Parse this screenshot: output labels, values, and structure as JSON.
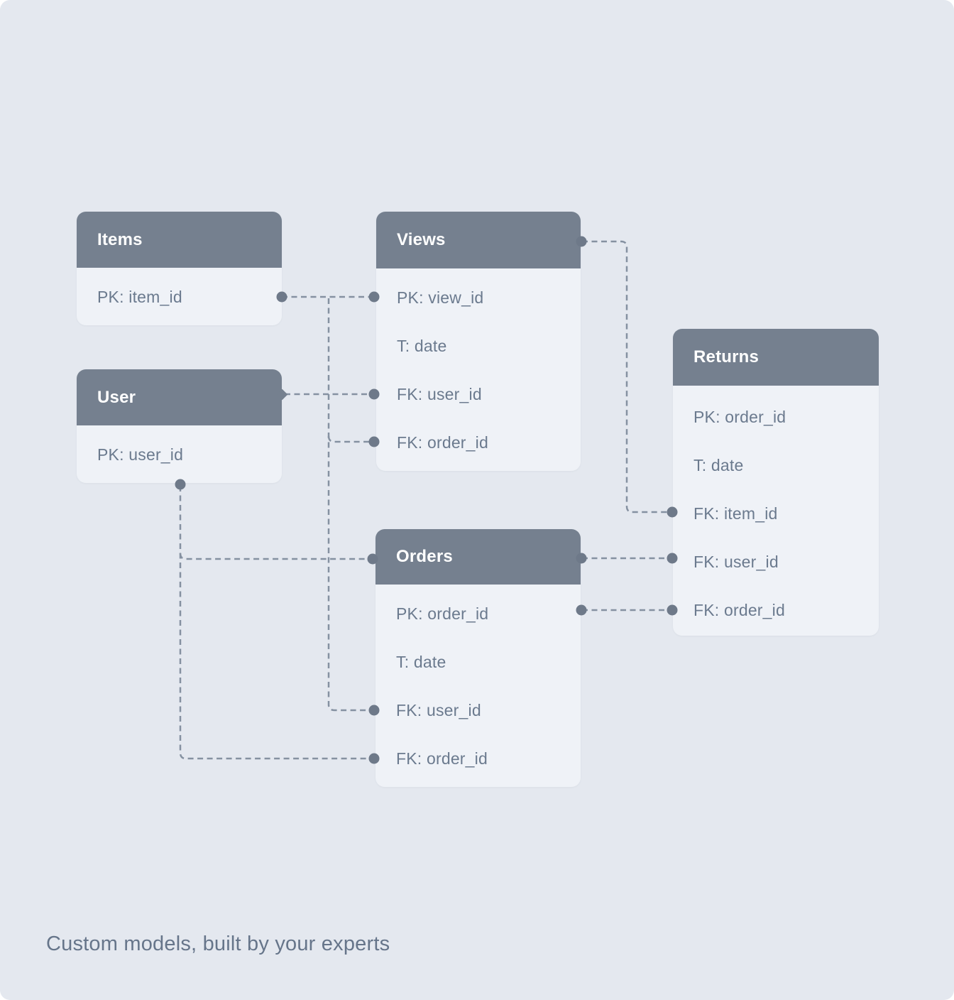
{
  "caption": "Custom models, built by your experts",
  "colors": {
    "canvas_background": "#e4e8ef",
    "card_header": "#75808f",
    "card_body": "#eff2f7",
    "header_text": "#ffffff",
    "field_text": "#6b7a8e",
    "connector_line": "#8591a1",
    "connector_dot": "#6e7989",
    "caption_text": "#66758a"
  },
  "tables": [
    {
      "id": "items",
      "title": "Items",
      "fields": [
        "PK: item_id"
      ]
    },
    {
      "id": "user",
      "title": "User",
      "fields": [
        "PK: user_id"
      ]
    },
    {
      "id": "views",
      "title": "Views",
      "fields": [
        "PK: view_id",
        "T: date",
        "FK: user_id",
        "FK: order_id"
      ]
    },
    {
      "id": "orders",
      "title": "Orders",
      "fields": [
        "PK: order_id",
        "T: date",
        "FK: user_id",
        "FK: order_id"
      ]
    },
    {
      "id": "returns",
      "title": "Returns",
      "fields": [
        "PK: order_id",
        "T: date",
        "FK: item_id",
        "FK: user_id",
        "FK: order_id"
      ]
    }
  ],
  "connections": [
    {
      "from": "Items.PK item_id",
      "to": "Views.PK view_id"
    },
    {
      "from": "Items.PK item_id",
      "to": "Views.FK order_id"
    },
    {
      "from": "Items.PK item_id",
      "to": "Orders.FK user_id"
    },
    {
      "from": "User (header)",
      "to": "Views.FK user_id"
    },
    {
      "from": "User.PK user_id",
      "to": "Orders (header)"
    },
    {
      "from": "User.PK user_id",
      "to": "Orders.FK order_id"
    },
    {
      "from": "Views (header)",
      "to": "Returns.FK item_id"
    },
    {
      "from": "Orders (header)",
      "to": "Returns.FK user_id"
    },
    {
      "from": "Orders.PK order_id",
      "to": "Returns.FK order_id"
    }
  ]
}
